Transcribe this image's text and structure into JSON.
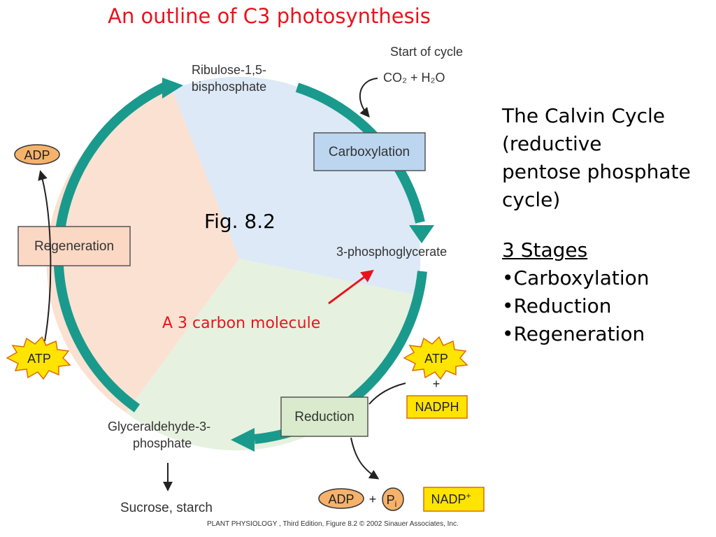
{
  "title": "An outline of C3 photosynthesis",
  "figure_label": "Fig. 8.2",
  "annotation": "A 3 carbon molecule",
  "side_text": {
    "line1": "The Calvin Cycle",
    "line2": "(reductive",
    "line3": "pentose phosphate",
    "line4": "cycle)",
    "stages_heading": "3 Stages",
    "stage1": "•Carboxylation",
    "stage2": "•Reduction",
    "stage3": "•Regeneration"
  },
  "diagram": {
    "start_of_cycle": "Start of cycle",
    "inputs": "CO₂ + H₂O",
    "rubp_line1": "Ribulose-1,5-",
    "rubp_line2": "bisphosphate",
    "pga": "3-phosphoglycerate",
    "g3p_line1": "Glyceraldehyde-3-",
    "g3p_line2": "phosphate",
    "products": "Sucrose, starch",
    "stage_carboxylation": "Carboxylation",
    "stage_reduction": "Reduction",
    "stage_regeneration": "Regeneration",
    "atp_left": "ATP",
    "adp_left": "ADP",
    "atp_right": "ATP",
    "plus": "+",
    "nadph": "NADPH",
    "adp_out": "ADP",
    "plus2": "+",
    "pi": "P",
    "pi_sub": "i",
    "nadp_out": "NADP",
    "nadp_sup": "+"
  },
  "credit": "PLANT PHYSIOLOGY , Third Edition, Figure 8.2  © 2002 Sinauer Associates, Inc.",
  "colors": {
    "title_red": "#e8141c",
    "cycle_arrow": "#1a9a8c",
    "carboxylation_fill": "#dde9f6",
    "reduction_fill": "#e7f1df",
    "regeneration_fill": "#fbe1d2",
    "atp_yellow": "#ffe400",
    "adp_orange": "#f6b26b"
  }
}
